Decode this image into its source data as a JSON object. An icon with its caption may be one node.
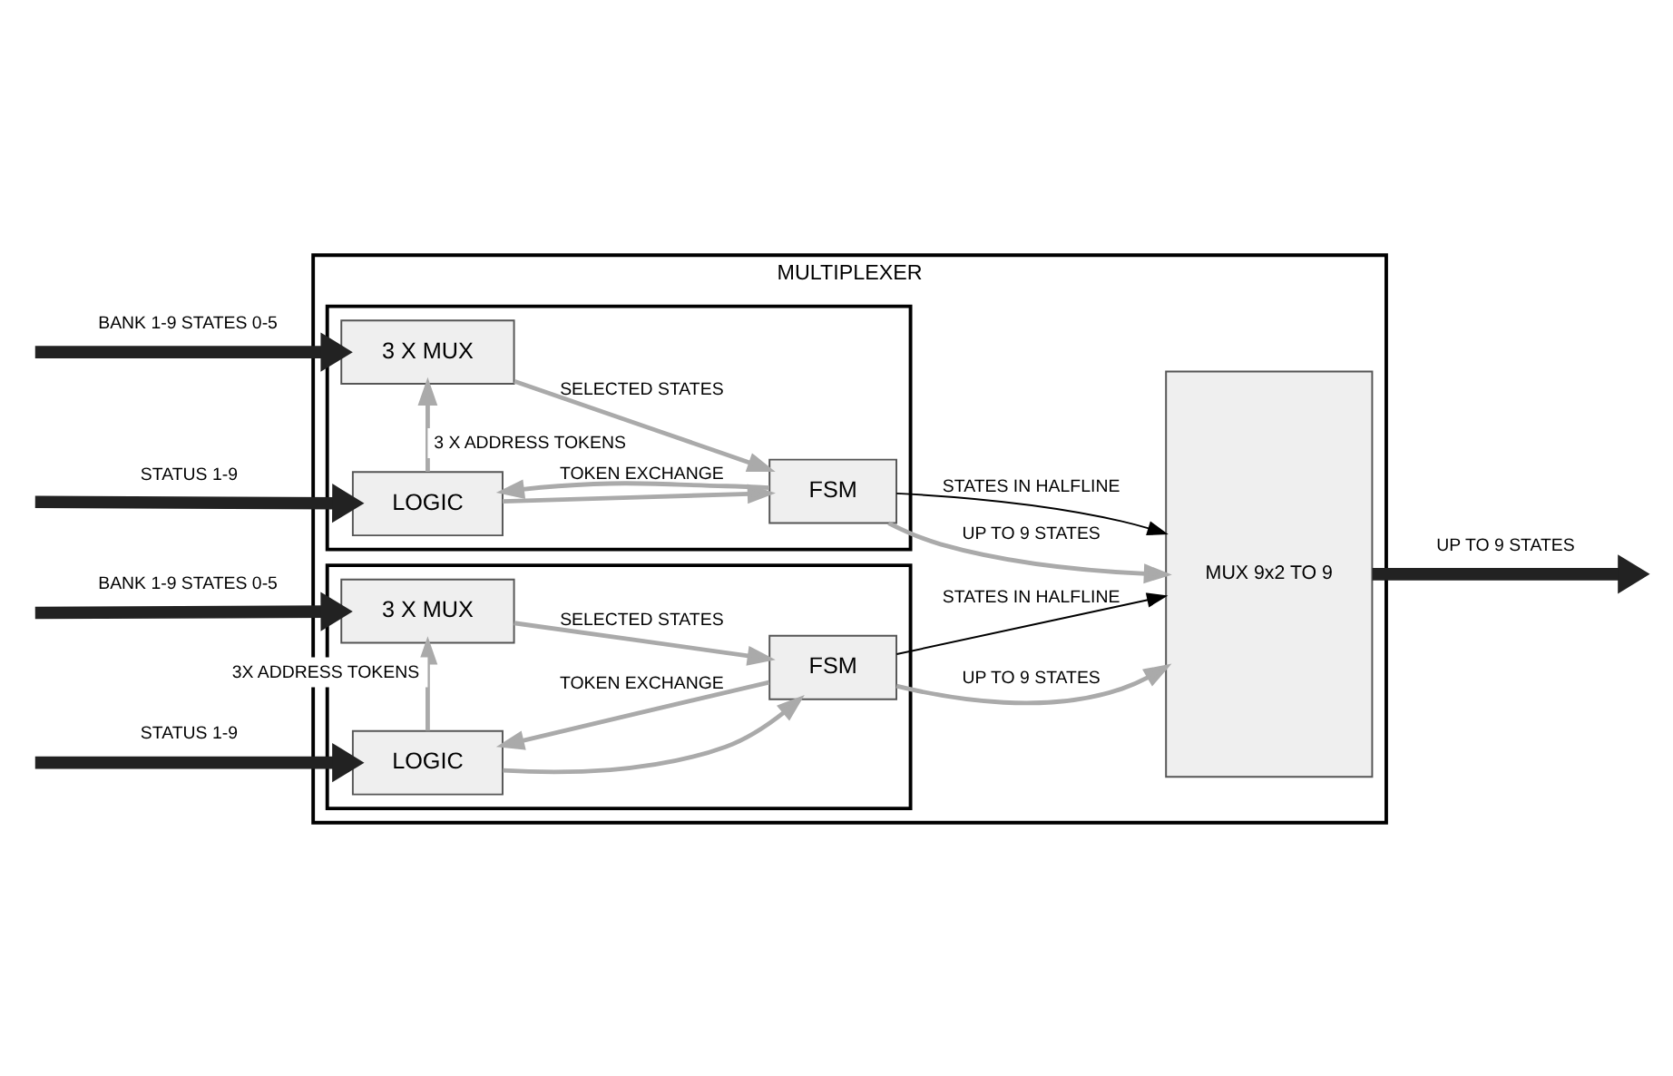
{
  "diagram": {
    "nodes": [
      {
        "text": [
          "MULTIPLEXER"
        ]
      },
      {
        "text": [],
        "shape": "box",
        "in": 0
      },
      {
        "text": [
          "3 X MUX"
        ],
        "in": 1
      },
      {
        "text": [
          "LOGIC"
        ],
        "in": 1
      },
      {
        "text": [
          "FSM"
        ],
        "in": 1
      },
      {
        "text": [],
        "shape": "box",
        "in": 0
      },
      {
        "text": [
          "3 X MUX"
        ],
        "in": 5
      },
      {
        "text": [
          "LOGIC"
        ],
        "in": 5
      },
      {
        "text": [
          "FSM"
        ],
        "in": 5
      },
      {
        "text": [
          "MUX 9x2 TO 9"
        ],
        "in": 0
      }
    ],
    "edges": [
      {
        "from": null,
        "to": 2,
        "arrow": "to",
        "label": "BANK 1-9 STATES 0-5",
        "style": "thick",
        "color": "#222222"
      },
      {
        "from": null,
        "to": 3,
        "arrow": "to",
        "label": "STATUS 1-9",
        "style": "thick",
        "color": "#222222"
      },
      {
        "from": 3,
        "to": 2,
        "arrow": "to",
        "label": "3 X ADDRESS TOKENS"
      },
      {
        "from": 2,
        "to": 4,
        "arrow": "to",
        "label": "SELECTED STATES"
      },
      {
        "from": 3,
        "to": 4,
        "arrow": "to"
      },
      {
        "from": 4,
        "to": 3,
        "arrow": "to",
        "label": "TOKEN EXCHANGE"
      },
      {
        "from": 4,
        "to": 9,
        "arrow": "to",
        "label": "UP TO 9 STATES"
      },
      {
        "from": 4,
        "to": 9,
        "arrow": "to",
        "label": "STATES IN HALFLINE",
        "color": "#000000"
      },
      {
        "from": null,
        "to": 6,
        "arrow": "to",
        "label": "BANK 1-9 STATES 0-5",
        "style": "thick",
        "color": "#222222"
      },
      {
        "from": null,
        "to": 7,
        "arrow": "to",
        "label": "STATUS 1-9",
        "style": "thick",
        "color": "#222222"
      },
      {
        "from": 7,
        "to": 6,
        "arrow": "to",
        "label": "3X ADDRESS TOKENS"
      },
      {
        "from": 6,
        "to": 8,
        "arrow": "to",
        "label": "SELECTED STATES"
      },
      {
        "from": 7,
        "to": 8,
        "arrow": "to"
      },
      {
        "from": 8,
        "to": 7,
        "arrow": "to",
        "label": "TOKEN EXCHANGE"
      },
      {
        "from": 8,
        "to": 9,
        "arrow": "to",
        "label": "UP TO 9 STATES"
      },
      {
        "from": 8,
        "to": 9,
        "arrow": "to",
        "label": "STATES IN HALFLINE",
        "color": "#000000"
      },
      {
        "from": 9,
        "to": null,
        "arrow": "to",
        "label": "UP TO 9 STATES",
        "style": "thick",
        "color": "#222222"
      }
    ]
  }
}
